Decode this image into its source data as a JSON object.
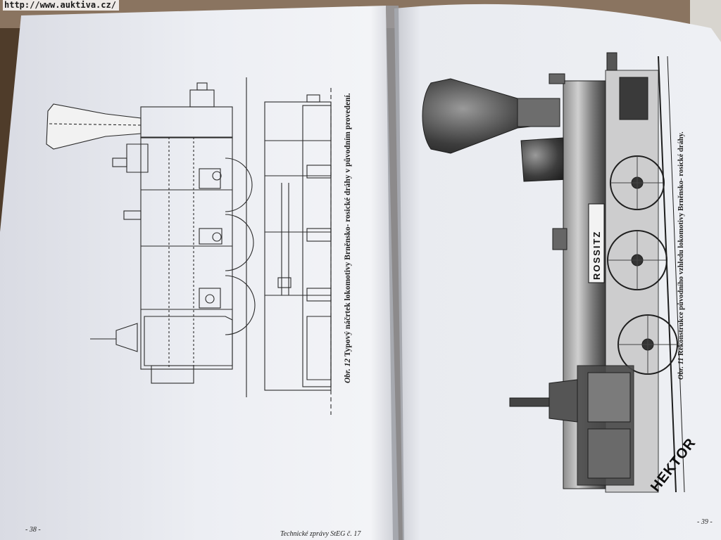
{
  "watermark": "http://www.auktiva.cz/",
  "left_page": {
    "caption_label": "Obr. 12",
    "caption_text": "Typový náčrtek lokomotivy Brněnsko- rosické dráhy v původním provedení.",
    "page_number": "- 38 -",
    "journal": "Technické zprávy StEG č. 17"
  },
  "right_page": {
    "caption_label": "Obr. 11",
    "caption_text": "Rekonstrukce původního vzhledu lokomotivy Brněnsko- rosické dráhy.",
    "page_number": "- 39 -",
    "nameplate": "ROSSITZ"
  },
  "stamp": "HEKTOR"
}
